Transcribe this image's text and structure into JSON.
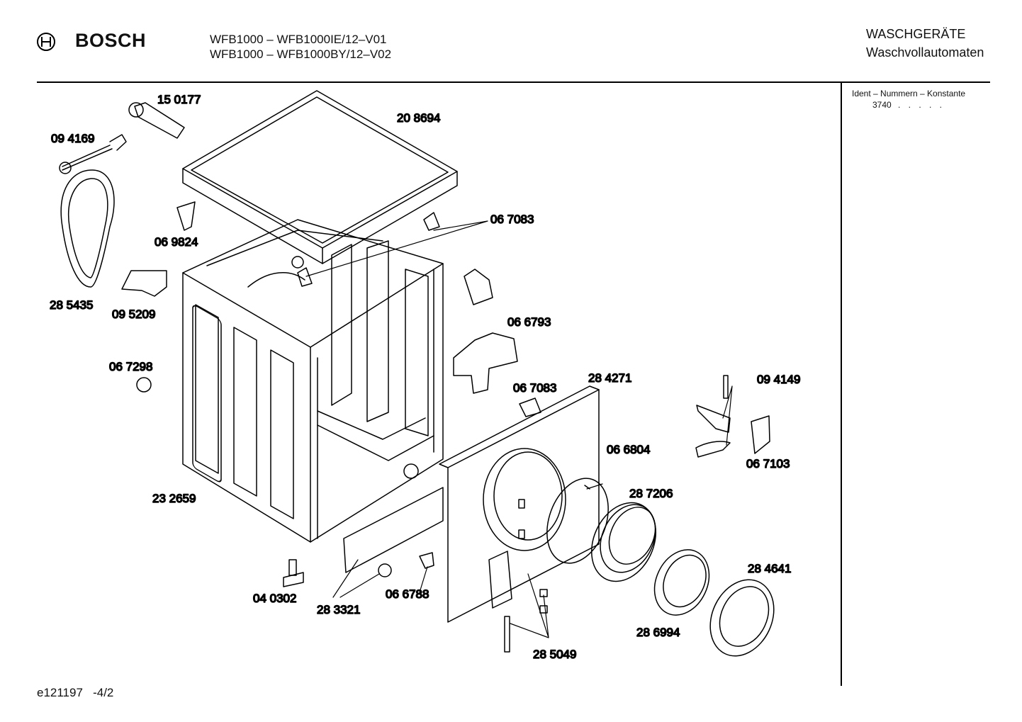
{
  "header": {
    "brand": "BOSCH",
    "models": [
      "WFB1000 – WFB1000IE/12–V01",
      "WFB1000 – WFB1000BY/12–V02"
    ],
    "category": "WASCHGERÄTE",
    "subcategory": "Waschvollautomaten"
  },
  "sidebar": {
    "ident_label": "Ident – Nummern – Konstante",
    "ident_value": "3740",
    "ident_dots": ". . . . ."
  },
  "diagram": {
    "labels": {
      "p150177": "15 0177",
      "p208694": "20 8694",
      "p094169": "09 4169",
      "p069824": "06 9824",
      "p067083a": "06 7083",
      "p285435": "28 5435",
      "p095209": "09 5209",
      "p066793": "06 6793",
      "p067298": "06 7298",
      "p067083b": "06 7083",
      "p284271": "28 4271",
      "p094149": "09 4149",
      "p067103": "06 7103",
      "p066804": "06 6804",
      "p287206": "28 7206",
      "p232659": "23 2659",
      "p284641": "28 4641",
      "p040302": "04 0302",
      "p283321": "28 3321",
      "p066788": "06 6788",
      "p286994": "28 6994",
      "p285049": "28 5049"
    }
  },
  "footer": {
    "code": "e121197   -4/2"
  }
}
